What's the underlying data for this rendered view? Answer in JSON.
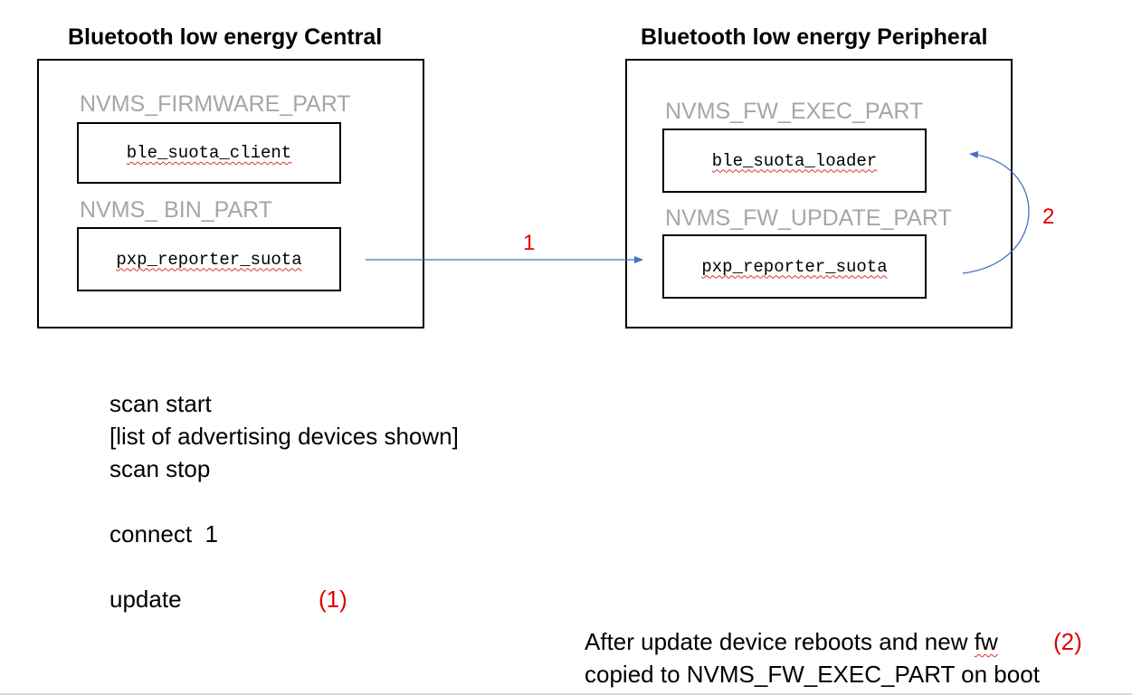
{
  "central": {
    "title": "Bluetooth low energy Central",
    "partitions": [
      {
        "label": "NVMS_FIRMWARE_PART",
        "module": "ble_suota_client"
      },
      {
        "label": "NVMS_ BIN_PART",
        "module": "pxp_reporter_suota"
      }
    ]
  },
  "peripheral": {
    "title": "Bluetooth low energy Peripheral",
    "partitions": [
      {
        "label": "NVMS_FW_EXEC_PART",
        "module": "ble_suota_loader"
      },
      {
        "label": "NVMS_FW_UPDATE_PART",
        "module": "pxp_reporter_suota"
      }
    ]
  },
  "arrows": {
    "transfer_label": "1",
    "reboot_label": "2",
    "color": "#4472c4"
  },
  "commands": [
    "scan start",
    "[list of advertising devices shown]",
    "scan stop",
    "connect  1",
    "update"
  ],
  "command_step_label": "(1)",
  "note": {
    "line1_prefix": "After update device reboots and new ",
    "line1_word": "fw",
    "step_label": "(2)",
    "line2": "copied to NVMS_FW_EXEC_PART on boot"
  },
  "colors": {
    "step_numbers": "#e00000",
    "partition_labels": "#a6a6a6"
  }
}
